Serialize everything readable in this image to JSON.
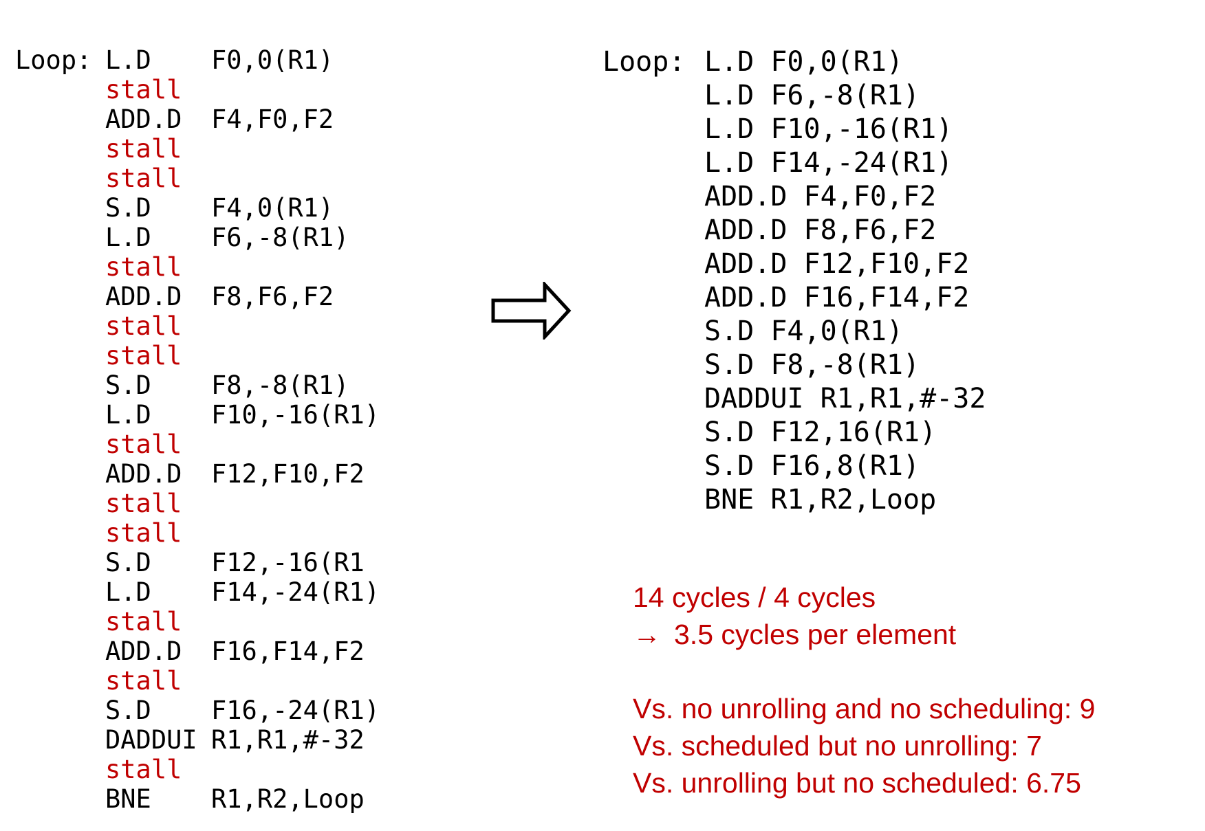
{
  "left": {
    "rows": [
      {
        "label": "Loop:",
        "op": "L.D",
        "args": "F0,0(R1)",
        "stall": false
      },
      {
        "label": "",
        "op": "stall",
        "args": "",
        "stall": true
      },
      {
        "label": "",
        "op": "ADD.D",
        "args": "F4,F0,F2",
        "stall": false
      },
      {
        "label": "",
        "op": "stall",
        "args": "",
        "stall": true
      },
      {
        "label": "",
        "op": "stall",
        "args": "",
        "stall": true
      },
      {
        "label": "",
        "op": "S.D",
        "args": "F4,0(R1)",
        "stall": false
      },
      {
        "label": "",
        "op": "L.D",
        "args": "F6,-8(R1)",
        "stall": false
      },
      {
        "label": "",
        "op": "stall",
        "args": "",
        "stall": true
      },
      {
        "label": "",
        "op": "ADD.D",
        "args": "F8,F6,F2",
        "stall": false
      },
      {
        "label": "",
        "op": "stall",
        "args": "",
        "stall": true
      },
      {
        "label": "",
        "op": "stall",
        "args": "",
        "stall": true
      },
      {
        "label": "",
        "op": "S.D",
        "args": "F8,-8(R1)",
        "stall": false
      },
      {
        "label": "",
        "op": "L.D",
        "args": "F10,-16(R1)",
        "stall": false
      },
      {
        "label": "",
        "op": "stall",
        "args": "",
        "stall": true
      },
      {
        "label": "",
        "op": "ADD.D",
        "args": "F12,F10,F2",
        "stall": false
      },
      {
        "label": "",
        "op": "stall",
        "args": "",
        "stall": true
      },
      {
        "label": "",
        "op": "stall",
        "args": "",
        "stall": true
      },
      {
        "label": "",
        "op": "S.D",
        "args": "F12,-16(R1",
        "stall": false
      },
      {
        "label": "",
        "op": "L.D",
        "args": "F14,-24(R1)",
        "stall": false
      },
      {
        "label": "",
        "op": "stall",
        "args": "",
        "stall": true
      },
      {
        "label": "",
        "op": "ADD.D",
        "args": "F16,F14,F2",
        "stall": false
      },
      {
        "label": "",
        "op": "stall",
        "args": "",
        "stall": true
      },
      {
        "label": "",
        "op": "S.D",
        "args": "F16,-24(R1)",
        "stall": false
      },
      {
        "label": "",
        "op": "DADDUI",
        "args": "R1,R1,#-32",
        "stall": false
      },
      {
        "label": "",
        "op": "stall",
        "args": "",
        "stall": true
      },
      {
        "label": "",
        "op": "BNE",
        "args": "R1,R2,Loop",
        "stall": false
      }
    ]
  },
  "arrow": {
    "icon": "right-arrow-outline-icon"
  },
  "right": {
    "rows": [
      {
        "label": "Loop:",
        "instr": "L.D F0,0(R1)"
      },
      {
        "label": "",
        "instr": "L.D F6,-8(R1)"
      },
      {
        "label": "",
        "instr": "L.D F10,-16(R1)"
      },
      {
        "label": "",
        "instr": "L.D F14,-24(R1)"
      },
      {
        "label": "",
        "instr": "ADD.D F4,F0,F2"
      },
      {
        "label": "",
        "instr": "ADD.D F8,F6,F2"
      },
      {
        "label": "",
        "instr": "ADD.D F12,F10,F2"
      },
      {
        "label": "",
        "instr": "ADD.D F16,F14,F2"
      },
      {
        "label": "",
        "instr": "S.D F4,0(R1)"
      },
      {
        "label": "",
        "instr": "S.D F8,-8(R1)"
      },
      {
        "label": "",
        "instr": "DADDUI R1,R1,#-32"
      },
      {
        "label": "",
        "instr": "S.D F12,16(R1)"
      },
      {
        "label": "",
        "instr": "S.D F16,8(R1)"
      },
      {
        "label": "",
        "instr": "BNE R1,R2,Loop"
      }
    ]
  },
  "notes": {
    "cycles": "14 cycles / 4 cycles",
    "arrow_glyph": "→",
    "per_element": "3.5 cycles per element",
    "vs_lines": [
      "Vs. no unrolling and no scheduling: 9",
      "Vs. scheduled but no unrolling: 7",
      "Vs. unrolling but no scheduled: 6.75"
    ]
  },
  "colors": {
    "stall": "#c00000",
    "notes": "#c00000",
    "text": "#000000"
  }
}
